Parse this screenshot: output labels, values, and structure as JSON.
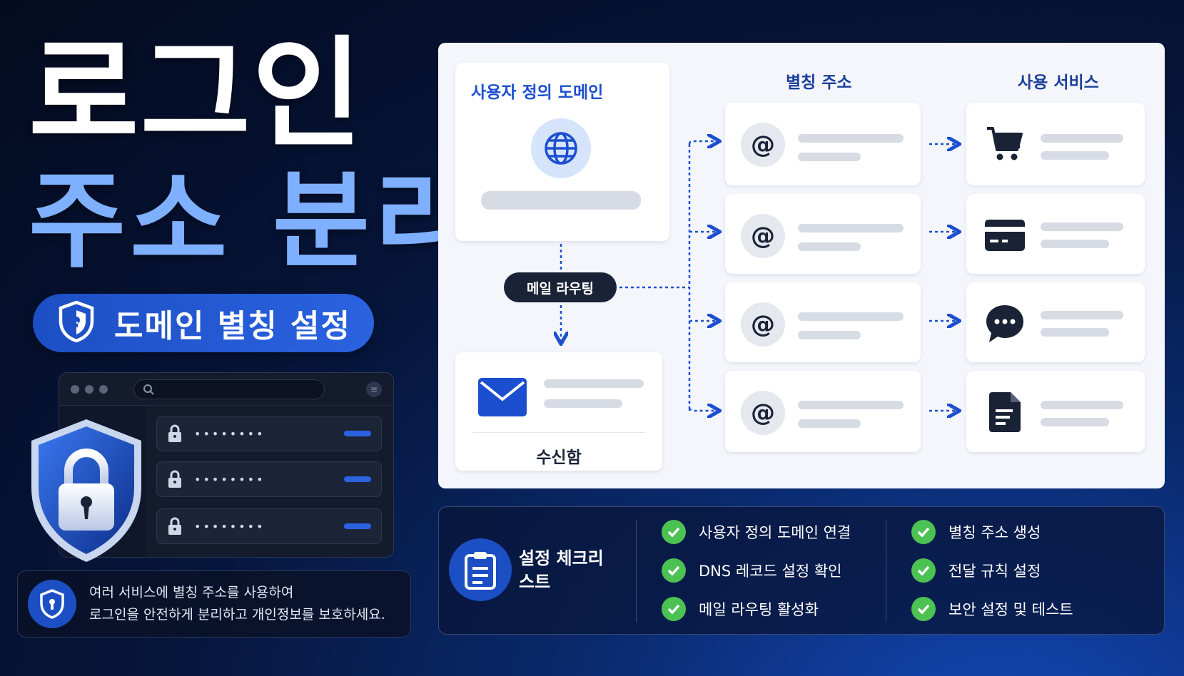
{
  "hero": {
    "line1": "로그인",
    "line2": "주소 분리",
    "pill_label": "도메인 별칭 설정"
  },
  "mock_window": {
    "rows": [
      {
        "masked": "••••••••"
      },
      {
        "masked": "••••••••"
      },
      {
        "masked": "••••••••"
      }
    ]
  },
  "info": {
    "line1": "여러 서비스에 별칭 주소를 사용하여",
    "line2": "로그인을 안전하게 분리하고 개인정보를 보호하세요."
  },
  "diagram": {
    "domain_title": "사용자 정의 도메인",
    "alias_header": "별칭 주소",
    "service_header": "사용 서비스",
    "routing_label": "메일 라우팅",
    "inbox_label": "수신함",
    "alias_symbol": "@",
    "services": [
      "cart-icon",
      "credit-card-icon",
      "chat-bubble-icon",
      "document-icon"
    ]
  },
  "checklist": {
    "title": "설정 체크리스트",
    "items_left": [
      "사용자 정의 도메인 연결",
      "DNS 레코드 설정 확인",
      "메일 라우팅 활성화"
    ],
    "items_right": [
      "별칭 주소 생성",
      "전달 규칙 설정",
      "보안 설정 및 테스트"
    ]
  },
  "colors": {
    "accent": "#2a62e0",
    "hero_blue": "#7fb0ff",
    "check_green": "#4cc253",
    "dark": "#1a2336"
  }
}
